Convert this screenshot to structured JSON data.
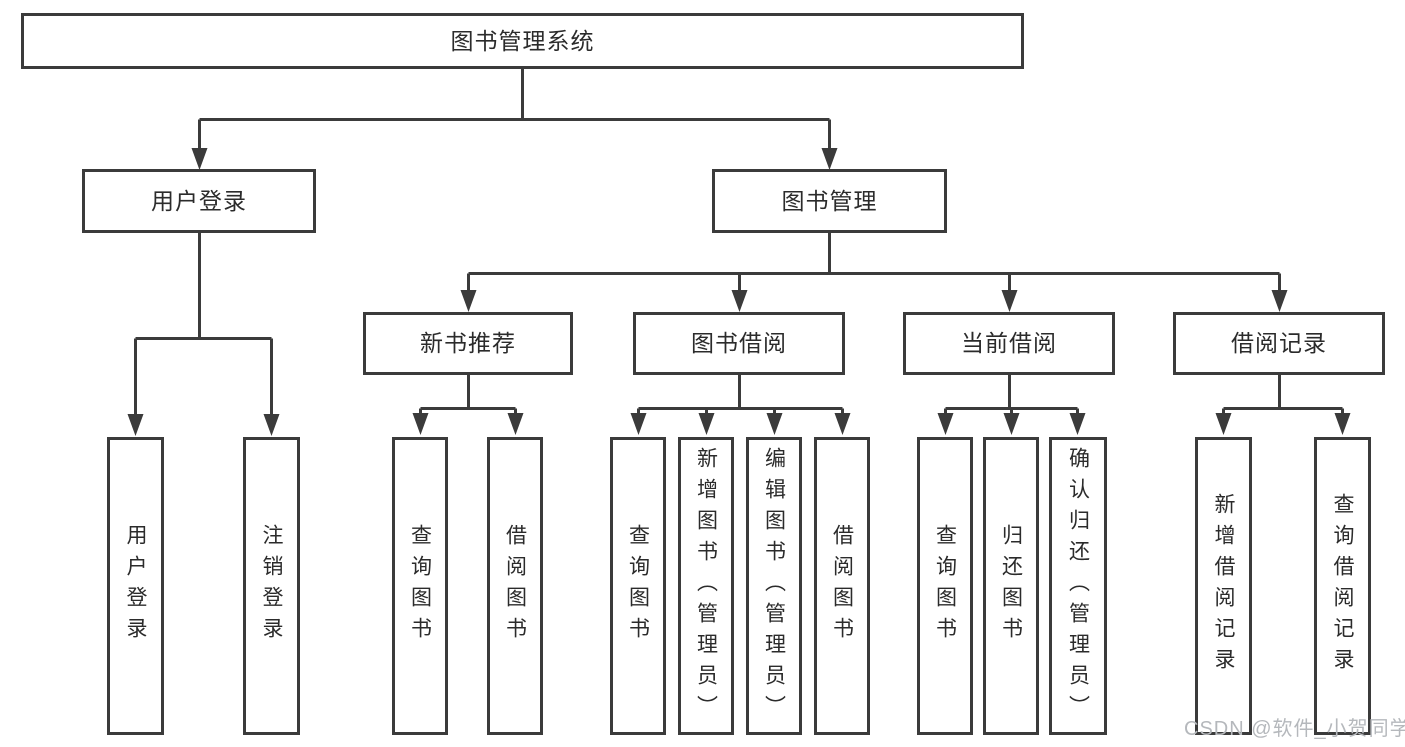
{
  "diagram": {
    "root": {
      "label": "图书管理系统"
    },
    "branches": [
      {
        "label": "用户登录",
        "children": [
          {
            "label": "用户登录"
          },
          {
            "label": "注销登录"
          }
        ]
      },
      {
        "label": "图书管理",
        "children": [
          {
            "label": "新书推荐",
            "children": [
              {
                "label": "查询图书"
              },
              {
                "label": "借阅图书"
              }
            ]
          },
          {
            "label": "图书借阅",
            "children": [
              {
                "label": "查询图书"
              },
              {
                "label": "新增图书（管理员）"
              },
              {
                "label": "编辑图书（管理员）"
              },
              {
                "label": "借阅图书"
              }
            ]
          },
          {
            "label": "当前借阅",
            "children": [
              {
                "label": "查询图书"
              },
              {
                "label": "归还图书"
              },
              {
                "label": "确认归还（管理员）"
              }
            ]
          },
          {
            "label": "借阅记录",
            "children": [
              {
                "label": "新增借阅记录"
              },
              {
                "label": "查询借阅记录"
              }
            ]
          }
        ]
      }
    ]
  },
  "watermark": {
    "text": "CSDN @软件_小贺同学"
  },
  "colors": {
    "line": "#3b3b3b",
    "box_border": "#3b3b3b",
    "box_fill": "#ffffff",
    "text": "#2b2b2b",
    "watermark": "#b5b8bc"
  }
}
